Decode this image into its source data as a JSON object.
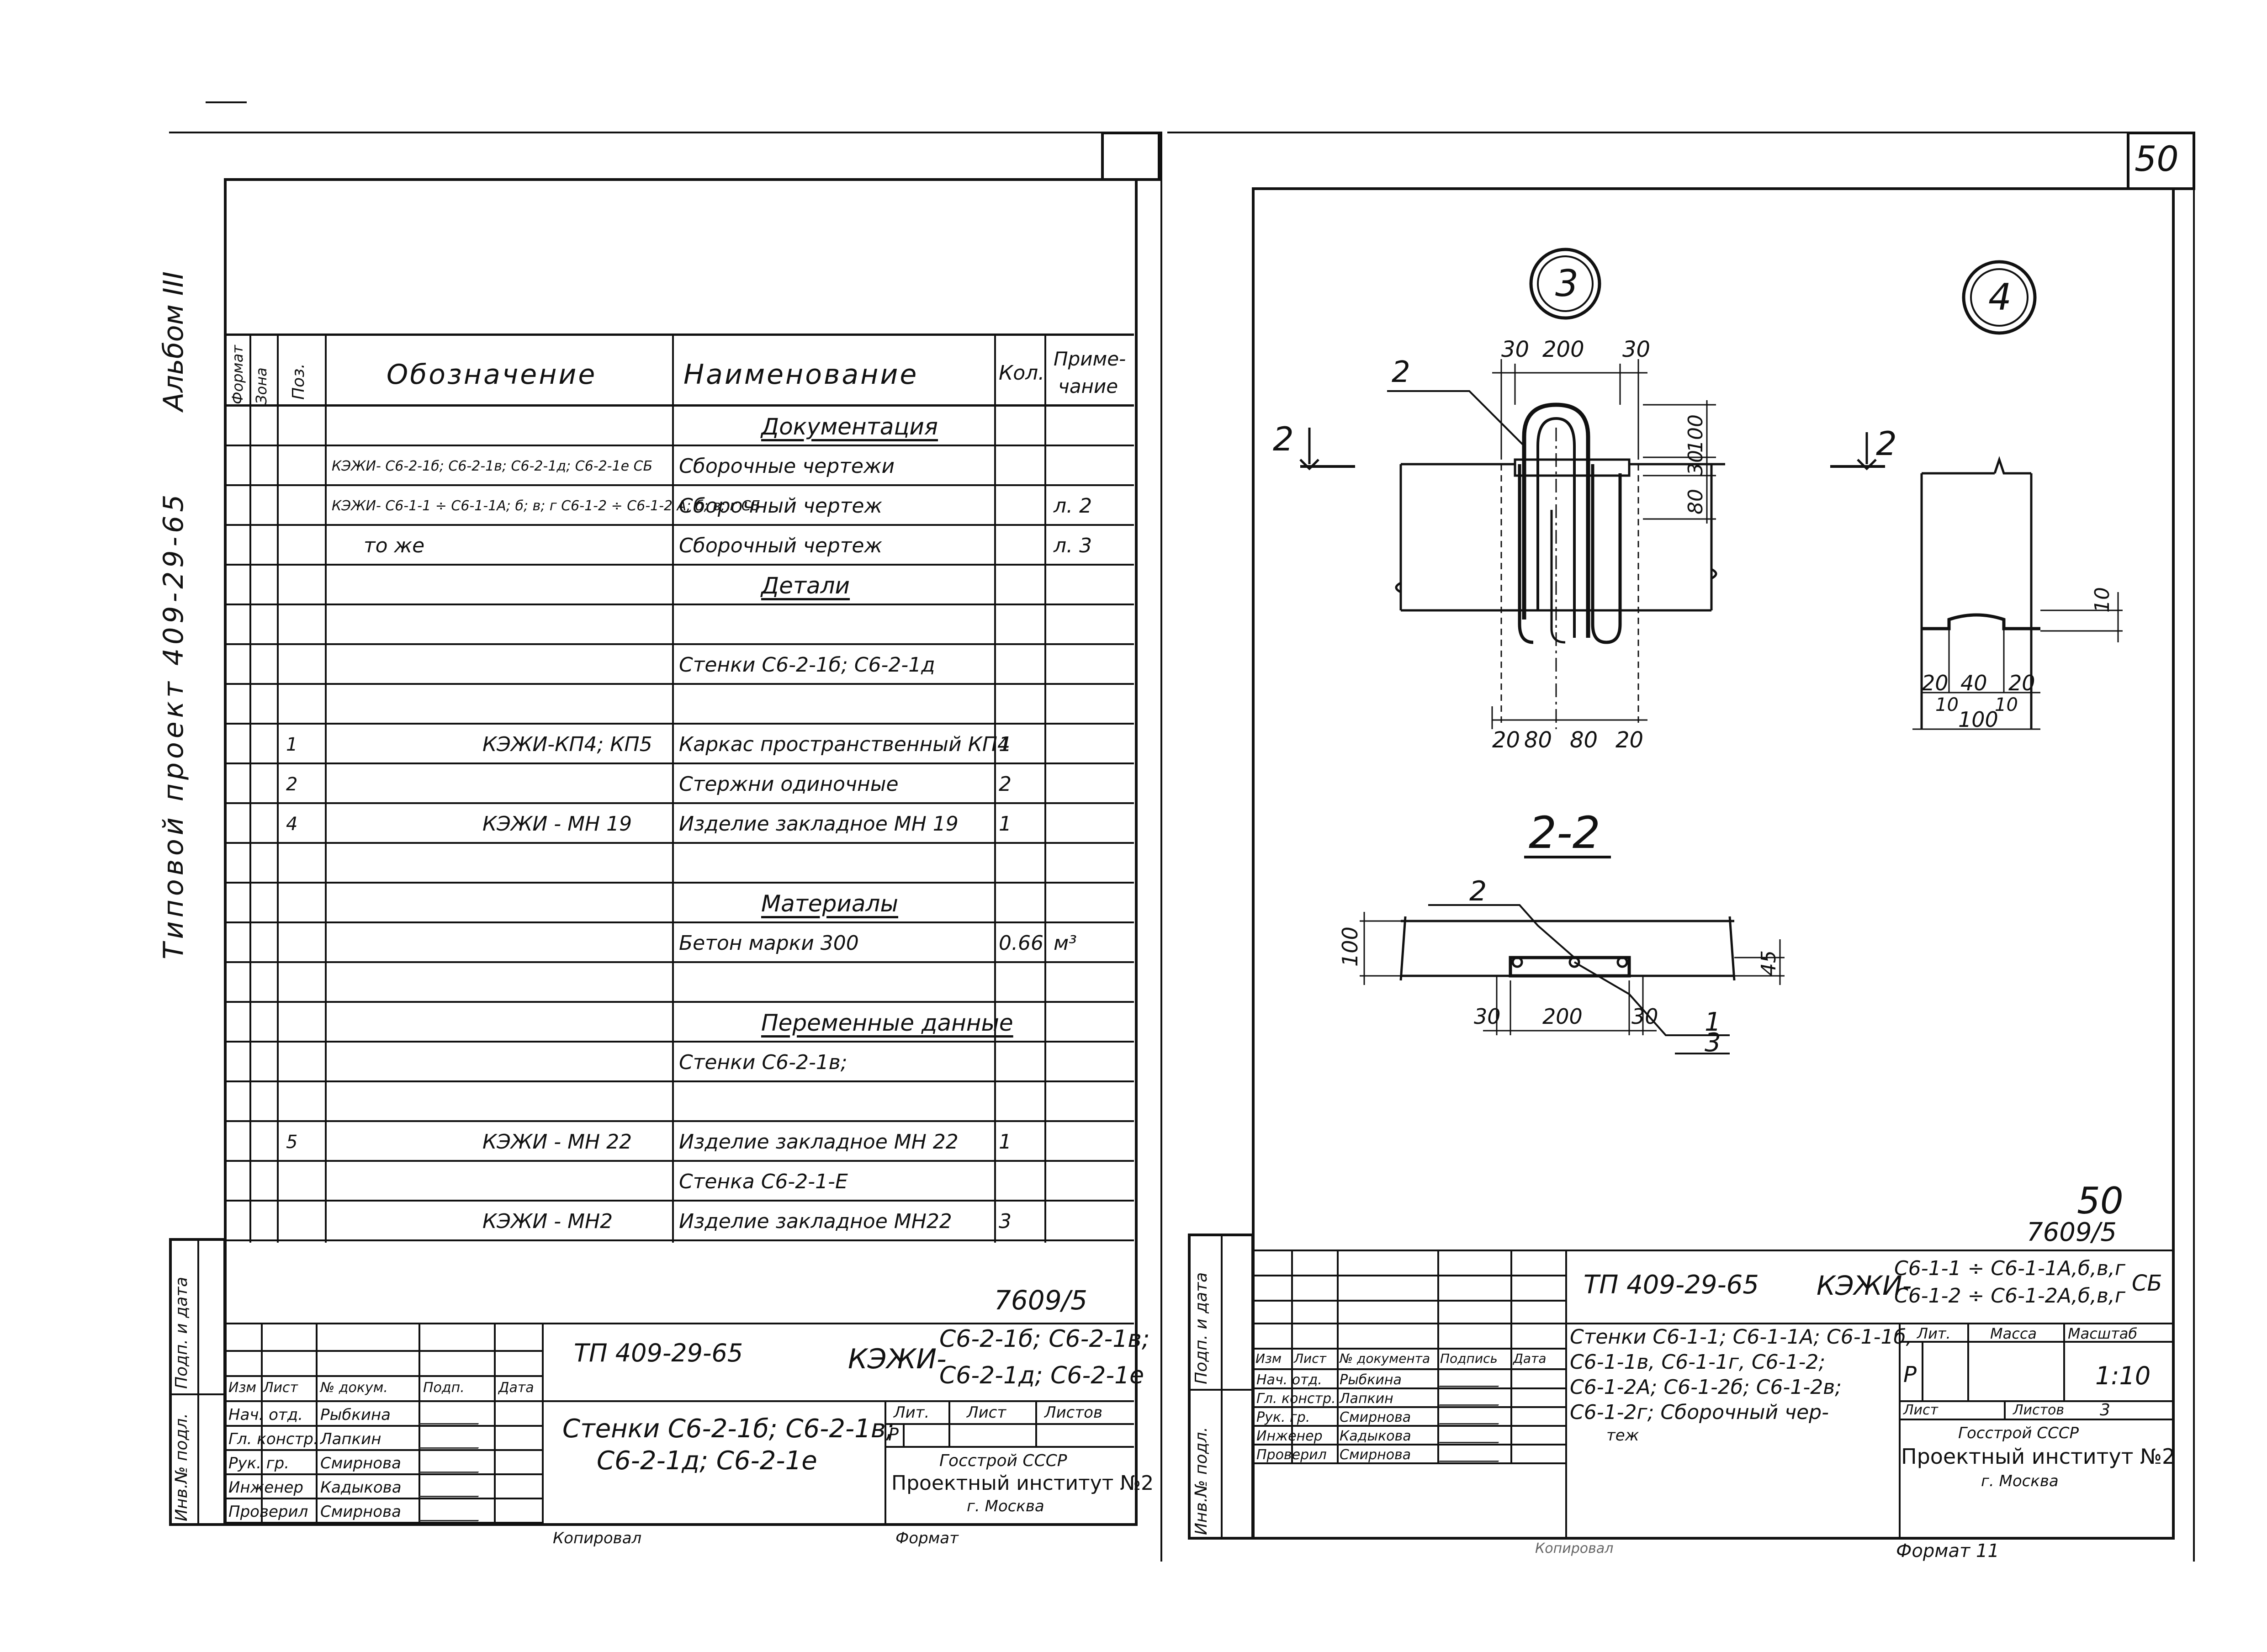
{
  "sheet_number": "50",
  "page_number_handwritten": "50",
  "album_side": {
    "album": "Альбом III",
    "project": "Типовой проект 409-29-65"
  },
  "spec_table": {
    "headers": {
      "format": "Формат",
      "zone": "Зона",
      "pos": "Поз.",
      "designation": "Обозначение",
      "name": "Наименование",
      "qty": "Кол.",
      "note_line1": "Приме-",
      "note_line2": "чание"
    },
    "rows": [
      {
        "pos": "",
        "designation": "",
        "name": "Документация",
        "qty": "",
        "note": "",
        "section": true
      },
      {
        "pos": "",
        "designation": "КЭЖИ- С6-2-1б; С6-2-1в; С6-2-1д; С6-2-1е СБ",
        "name": "Сборочные чертежи",
        "qty": "",
        "note": ""
      },
      {
        "pos": "",
        "designation": "КЭЖИ- С6-1-1 ÷ С6-1-1А; б; в; г С6-1-2 ÷ С6-1-2 А; б; в; г СБ",
        "name": "Сборочный чертеж",
        "qty": "",
        "note": "л. 2"
      },
      {
        "pos": "",
        "designation": "то же",
        "name": "Сборочный чертеж",
        "qty": "",
        "note": "л. 3"
      },
      {
        "pos": "",
        "designation": "",
        "name": "Детали",
        "qty": "",
        "note": "",
        "section": true
      },
      {
        "pos": "",
        "designation": "",
        "name": "",
        "qty": "",
        "note": ""
      },
      {
        "pos": "",
        "designation": "",
        "name": "Стенки С6-2-1б; С6-2-1д",
        "qty": "",
        "note": ""
      },
      {
        "pos": "",
        "designation": "",
        "name": "",
        "qty": "",
        "note": ""
      },
      {
        "pos": "1",
        "designation": "КЭЖИ-КП4; КП5",
        "name": "Каркас пространственный КП4",
        "qty": "1",
        "note": ""
      },
      {
        "pos": "2",
        "designation": "",
        "name": "Стержни одиночные",
        "qty": "2",
        "note": ""
      },
      {
        "pos": "4",
        "designation": "КЭЖИ - МН 19",
        "name": "Изделие закладное МН 19",
        "qty": "1",
        "note": ""
      },
      {
        "pos": "",
        "designation": "",
        "name": "",
        "qty": "",
        "note": ""
      },
      {
        "pos": "",
        "designation": "",
        "name": "Материалы",
        "qty": "",
        "note": "",
        "section": true
      },
      {
        "pos": "",
        "designation": "",
        "name": "Бетон марки 300",
        "qty": "0.66",
        "note": "м³"
      },
      {
        "pos": "",
        "designation": "",
        "name": "",
        "qty": "",
        "note": ""
      },
      {
        "pos": "",
        "designation": "",
        "name": "Переменные данные",
        "qty": "",
        "note": "",
        "section": true
      },
      {
        "pos": "",
        "designation": "",
        "name": "Стенки С6-2-1в;",
        "qty": "",
        "note": ""
      },
      {
        "pos": "",
        "designation": "",
        "name": "",
        "qty": "",
        "note": ""
      },
      {
        "pos": "5",
        "designation": "КЭЖИ - МН 22",
        "name": "Изделие закладное МН 22",
        "qty": "1",
        "note": ""
      },
      {
        "pos": "",
        "designation": "",
        "name": "Стенка С6-2-1-Е",
        "qty": "",
        "note": ""
      },
      {
        "pos": "",
        "designation": "КЭЖИ - МН2",
        "name": "Изделие закладное МН22",
        "qty": "3",
        "note": ""
      }
    ]
  },
  "left_stamp": {
    "inventory_number": "7609/5",
    "doc_code": "ТП 409-29-65",
    "kezhi": "КЭЖИ-",
    "marks_line1": "С6-2-1б; С6-2-1в;",
    "marks_line2": "С6-2-1д; С6-2-1е",
    "title_line1": "Стенки С6-2-1б; С6-2-1в;",
    "title_line2": "С6-2-1д; С6-2-1е",
    "stage_label": "Лит.",
    "stage": "Р",
    "sheet_label": "Лист",
    "sheets_label": "Листов",
    "org_line1": "Госстрой СССР",
    "org_line2": "Проектный институт №2",
    "org_line3": "г. Москва",
    "header_cells": [
      "Изм",
      "Лист",
      "№ докум.",
      "Подп.",
      "Дата"
    ],
    "people": [
      {
        "role": "Нач. отд.",
        "name": "Рыбкина"
      },
      {
        "role": "Гл. констр.",
        "name": "Лапкин"
      },
      {
        "role": "Рук. гр.",
        "name": "Смирнова"
      },
      {
        "role": "Инженер",
        "name": "Кадыкова"
      },
      {
        "role": "Проверил",
        "name": "Смирнова"
      }
    ],
    "side_labels": [
      "Инв.№ подл.",
      "Подп. и дата"
    ],
    "footer_copy": "Копировал",
    "footer_format": "Формат"
  },
  "right_stamp": {
    "inventory_number": "7609/5",
    "doc_code": "ТП 409-29-65",
    "kezhi": "КЭЖИ-",
    "marks_line1": "С6-1-1 ÷ С6-1-1А,б,в,г",
    "marks_line2": "С6-1-2 ÷ С6-1-2А,б,в,г",
    "marks_suffix": "СБ",
    "title_lines": [
      "Стенки С6-1-1; С6-1-1А; С6-1-1б,",
      "С6-1-1в, С6-1-1г, С6-1-2;",
      "С6-1-2А; С6-1-2б; С6-1-2в;",
      "С6-1-2г; Сборочный чер-",
      "теж"
    ],
    "stage_label": "Лит.",
    "mass_label": "Масса",
    "scale_label": "Масштаб",
    "stage": "Р",
    "scale": "1:10",
    "sheet_label": "Лист",
    "sheets_label": "Листов",
    "sheets": "3",
    "org_line1": "Госстрой СССР",
    "org_line2": "Проектный институт №2",
    "org_line3": "г. Москва",
    "header_cells": [
      "Изм",
      "Лист",
      "№ документа",
      "Подпись",
      "Дата"
    ],
    "people": [
      {
        "role": "Нач. отд.",
        "name": "Рыбкина"
      },
      {
        "role": "Гл. констр.",
        "name": "Лапкин"
      },
      {
        "role": "Рук. гр.",
        "name": "Смирнова"
      },
      {
        "role": "Инженер",
        "name": "Кадыкова"
      },
      {
        "role": "Проверил",
        "name": "Смирнова"
      }
    ],
    "side_labels": [
      "Инв.№ подл.",
      "Подп. и дата"
    ],
    "footer_copy": "Копировал",
    "footer_format": "Формат 11"
  },
  "drawing": {
    "node3": "3",
    "node4": "4",
    "section_label": "2-2",
    "cut_mark": "2",
    "dims_node3_top": [
      "30",
      "200",
      "30"
    ],
    "dims_node3_right": [
      "100",
      "30",
      "80"
    ],
    "dims_node3_bottom": [
      "20",
      "80",
      "80",
      "20"
    ],
    "leader_2": "2",
    "dims_node4_right": "10",
    "dims_node4_bottom": [
      "20",
      "40",
      "20"
    ],
    "dims_node4_sub": [
      "10",
      "10"
    ],
    "dims_node4_total": "100",
    "dims_section_left": "100",
    "dims_section_right": "45",
    "dims_section_bottom": [
      "30",
      "200",
      "30"
    ],
    "leader_section_2": "2",
    "leader_section_1": "1",
    "leader_section_3": "3"
  }
}
